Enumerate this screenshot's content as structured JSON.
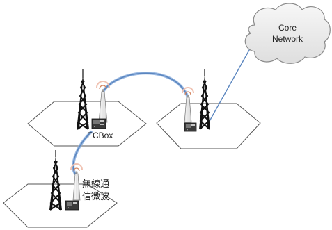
{
  "diagram": {
    "cloud": {
      "line1": "Core",
      "line2": "Network"
    },
    "labels": {
      "ecbox": "ECBox",
      "wireless_line1": "無線通",
      "wireless_line2": "信微波"
    },
    "colors": {
      "link": "#5b86bf",
      "link_light": "#9ab9e2",
      "cloud_fill": "#efefef",
      "cloud_stroke": "#8a8a8a",
      "cell_stroke": "#555555",
      "tower": "#111111",
      "antenna_glow": "#f0c2b2"
    },
    "icons": {
      "cloud": "cloud-icon",
      "tower": "cell-tower-icon",
      "ecbox": "ecbox-device-icon",
      "radio": "radio-antenna-icon"
    }
  }
}
